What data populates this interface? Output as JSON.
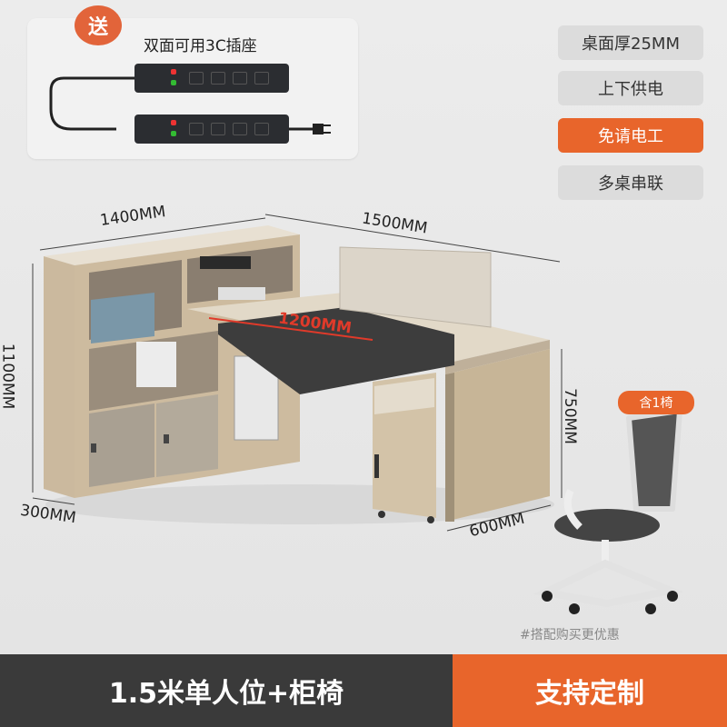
{
  "promo": {
    "badge": "送",
    "title": "双面可用3C插座"
  },
  "features": [
    {
      "label": "桌面厚25MM",
      "active": false
    },
    {
      "label": "上下供电",
      "active": false
    },
    {
      "label": "免请电工",
      "active": true
    },
    {
      "label": "多桌串联",
      "active": false
    }
  ],
  "dimensions": {
    "cabinet_width": "1400MM",
    "desk_width": "1500MM",
    "desktop_length": "1200MM",
    "height": "1100MM",
    "desk_height": "750MM",
    "cabinet_depth": "300MM",
    "desk_depth": "600MM"
  },
  "chair_badge": "含1椅",
  "note": "#搭配购买更优惠",
  "bottom_bar": {
    "title": "1.5米单人位+柜椅",
    "action": "支持定制"
  },
  "colors": {
    "accent": "#e8652b",
    "dark": "#3a3a3a",
    "wood": "#c9b79c"
  }
}
